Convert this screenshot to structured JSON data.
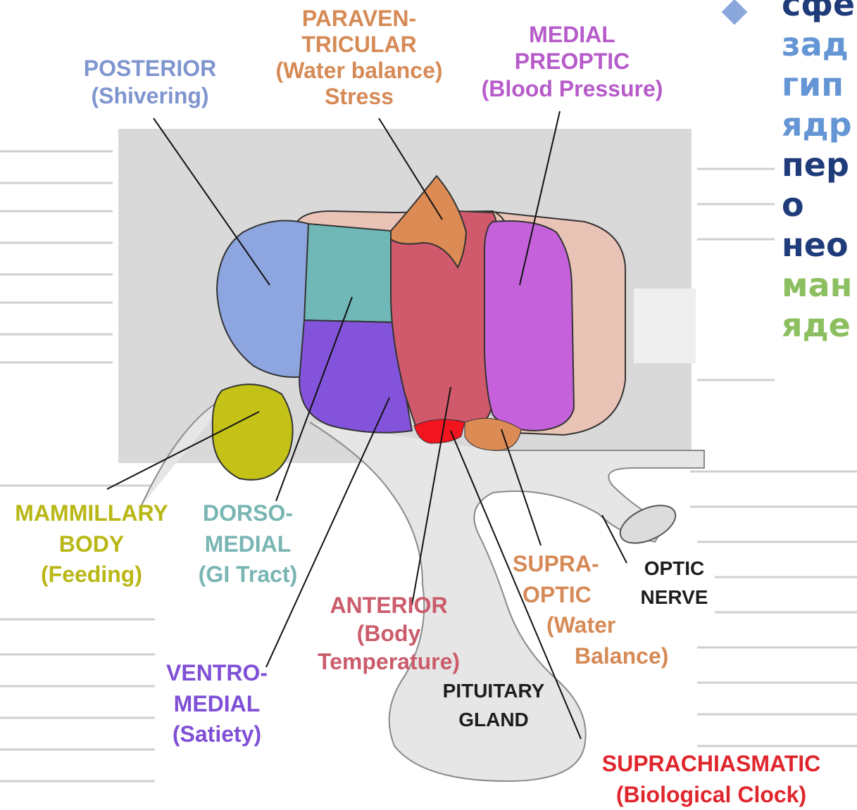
{
  "colors": {
    "background_text": "#c9c9c9",
    "panel": "#d9d9d9",
    "posterior": "#8ea6e0",
    "dorsomedial": "#6fb8b7",
    "ventromedial": "#8353dc",
    "anterior": "#d05a6b",
    "paraventricular": "#dd8b55",
    "medial_preoptic": "#c562db",
    "preoptic_back": "#e9c4b6",
    "mammillary": "#c4c217",
    "suprachiasmatic": "#f2141e",
    "supraoptic": "#dd8b55",
    "label_posterior": "#7f95cf",
    "label_paraventricular": "#d68a56",
    "label_medial_preoptic": "#b65bc9",
    "label_mammillary": "#b9b716",
    "label_dorsomedial": "#78b5b3",
    "label_ventromedial": "#7f4fd6",
    "label_anterior": "#cb5c6c",
    "label_supraoptic": "#d68a56",
    "label_suprachiasmatic": "#e0262d",
    "label_black": "#1d1d1d",
    "ru_dark": "#1f3b7a",
    "ru_blue": "#6495d4",
    "ru_green": "#8cbf5f",
    "bullet": "#8aa7dc"
  },
  "labels": {
    "posterior": [
      "POSTERIOR",
      "(Shivering)"
    ],
    "paraventricular": [
      "PARAVEN-",
      "TRICULAR",
      "(Water balance)",
      "Stress"
    ],
    "medial_preoptic": [
      "MEDIAL",
      "PREOPTIC",
      "(Blood Pressure)"
    ],
    "mammillary": [
      "MAMMILLARY",
      "BODY",
      "(Feeding)"
    ],
    "dorsomedial": [
      "DORSO-",
      "MEDIAL",
      "(GI Tract)"
    ],
    "ventromedial": [
      "VENTRO-",
      "MEDIAL",
      "(Satiety)"
    ],
    "anterior": [
      "ANTERIOR",
      "(Body",
      "Temperature)"
    ],
    "supraoptic": [
      "SUPRA-",
      "OPTIC",
      "(Water",
      "Balance)"
    ],
    "optic_nerve": [
      "OPTIC",
      "NERVE"
    ],
    "pituitary": [
      "PITUITARY",
      "GLAND"
    ],
    "suprachiasmatic": [
      "SUPRACHIASMATIC",
      "(Biological Clock)"
    ]
  },
  "side_text": {
    "lines": [
      {
        "text": "сфе",
        "color": "#1f3b7a"
      },
      {
        "text": "зад",
        "color": "#6495d4"
      },
      {
        "text": "гип",
        "color": "#6495d4"
      },
      {
        "text": "ядр",
        "color": "#6495d4"
      },
      {
        "text": "пер",
        "color": "#1f3b7a"
      },
      {
        "text": "о",
        "color": "#1f3b7a"
      },
      {
        "text": "нео",
        "color": "#1f3b7a"
      },
      {
        "text": "ман",
        "color": "#8cbf5f"
      },
      {
        "text": "яде",
        "color": "#8cbf5f"
      }
    ]
  }
}
